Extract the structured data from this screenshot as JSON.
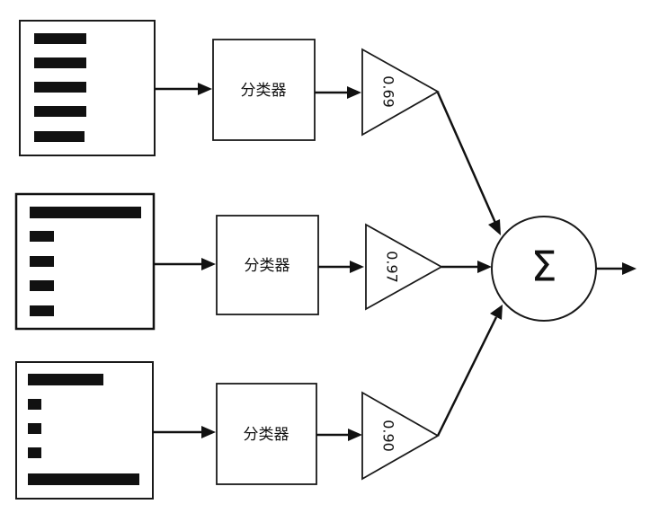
{
  "classifier_label": "分类器",
  "weights": [
    "0.69",
    "0.97",
    "0.90"
  ],
  "sum_symbol": "Σ"
}
